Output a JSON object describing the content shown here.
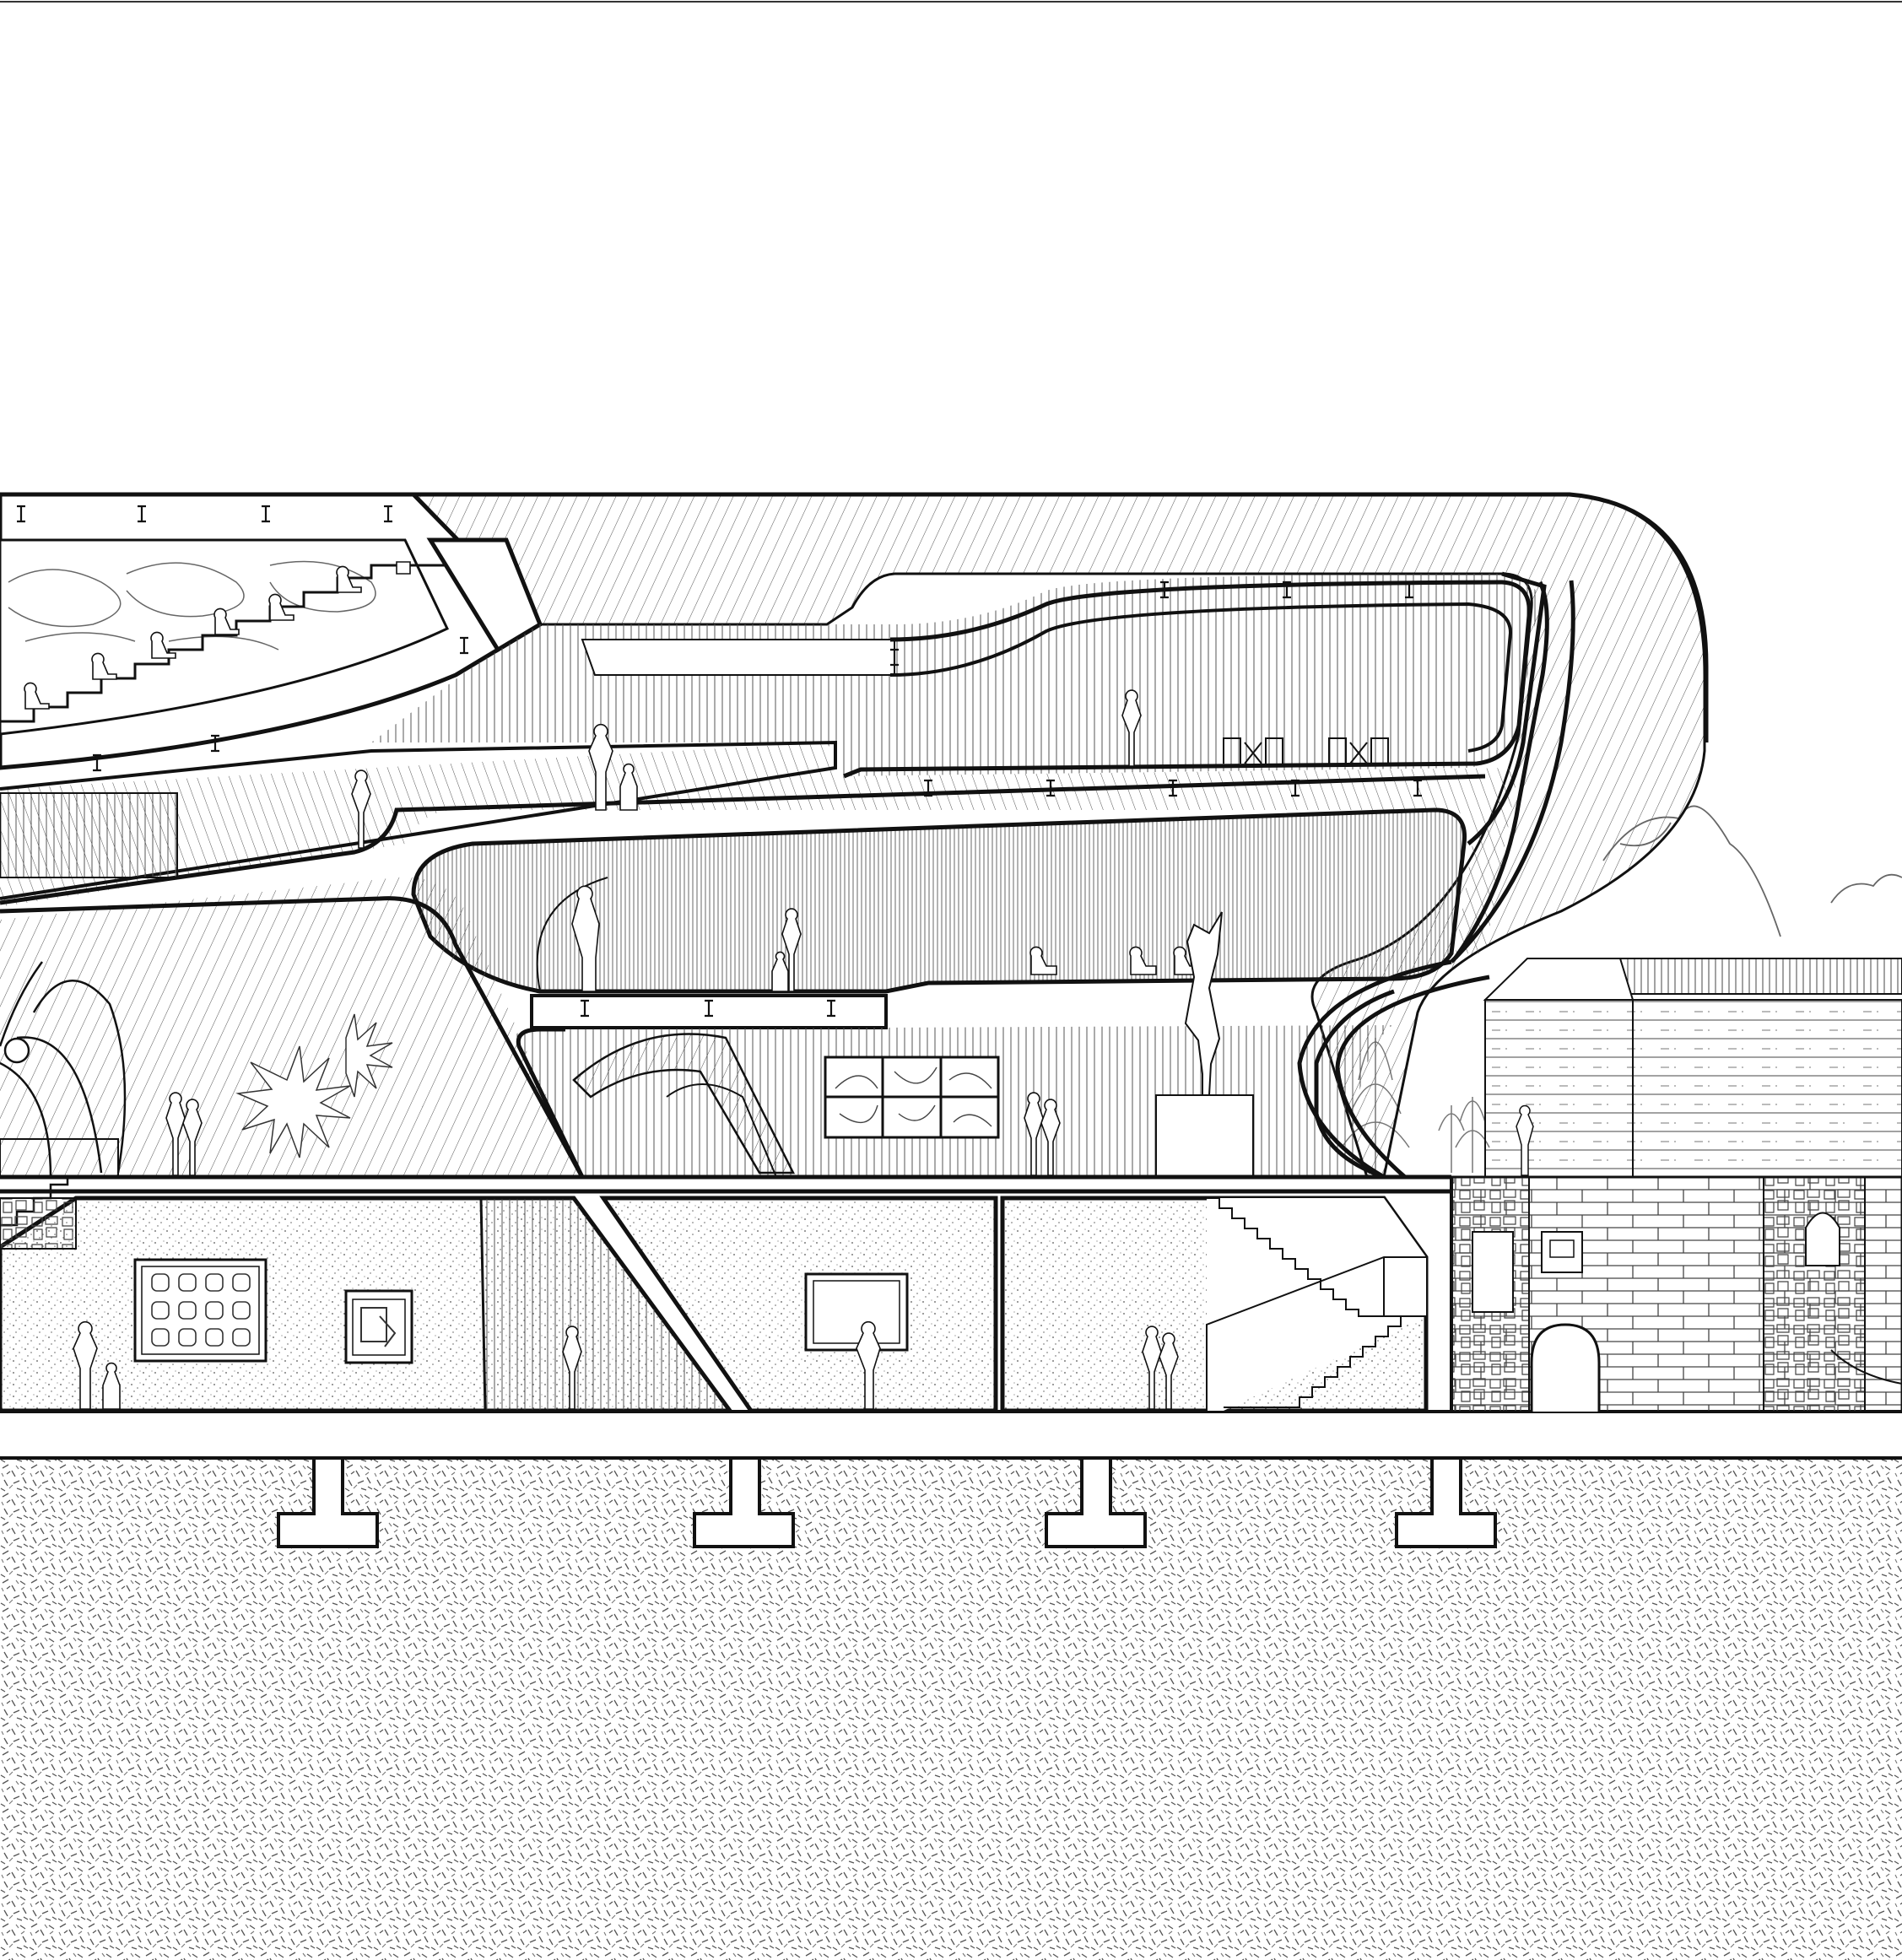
{
  "drawing": {
    "kind": "architectural section",
    "spaces": [
      "auditorium",
      "upper-gallery",
      "mid-gallery",
      "ground-hall",
      "basement-gallery-left",
      "basement-gallery-middle",
      "basement-gallery-right",
      "adjacent-historic-building",
      "foundation-soil"
    ],
    "colors": {
      "ink": "#111111",
      "background": "#ffffff",
      "hatch": "#4a4a4a"
    }
  }
}
